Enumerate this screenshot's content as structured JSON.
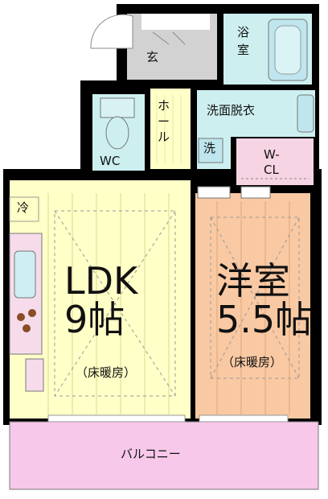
{
  "rooms": {
    "entrance": "玄",
    "bath": "浴\n室",
    "hall": "ホ\nー\nル",
    "washroom": "洗面脱衣",
    "washer": "洗",
    "toilet": "WC",
    "closet": "W-\nCL",
    "fridge": "冷",
    "ldk_name": "LDK",
    "ldk_size": "9帖",
    "ldk_note": "（床暖房）",
    "western_name": "洋室",
    "western_size": "5.5帖",
    "western_note": "（床暖房）",
    "balcony": "バルコニー"
  },
  "colors": {
    "wall": "#000000",
    "ldk_floor": "#ffffc8",
    "western_floor": "#f9c9a3",
    "wet_area": "#cdeff0",
    "closet": "#f7d4e3",
    "balcony": "#f7c8e9",
    "entrance": "#d2d2d2",
    "kitchen_counter": "#f6dcea",
    "sink": "#cfeef3",
    "stove_burner": "#8a4b25"
  }
}
